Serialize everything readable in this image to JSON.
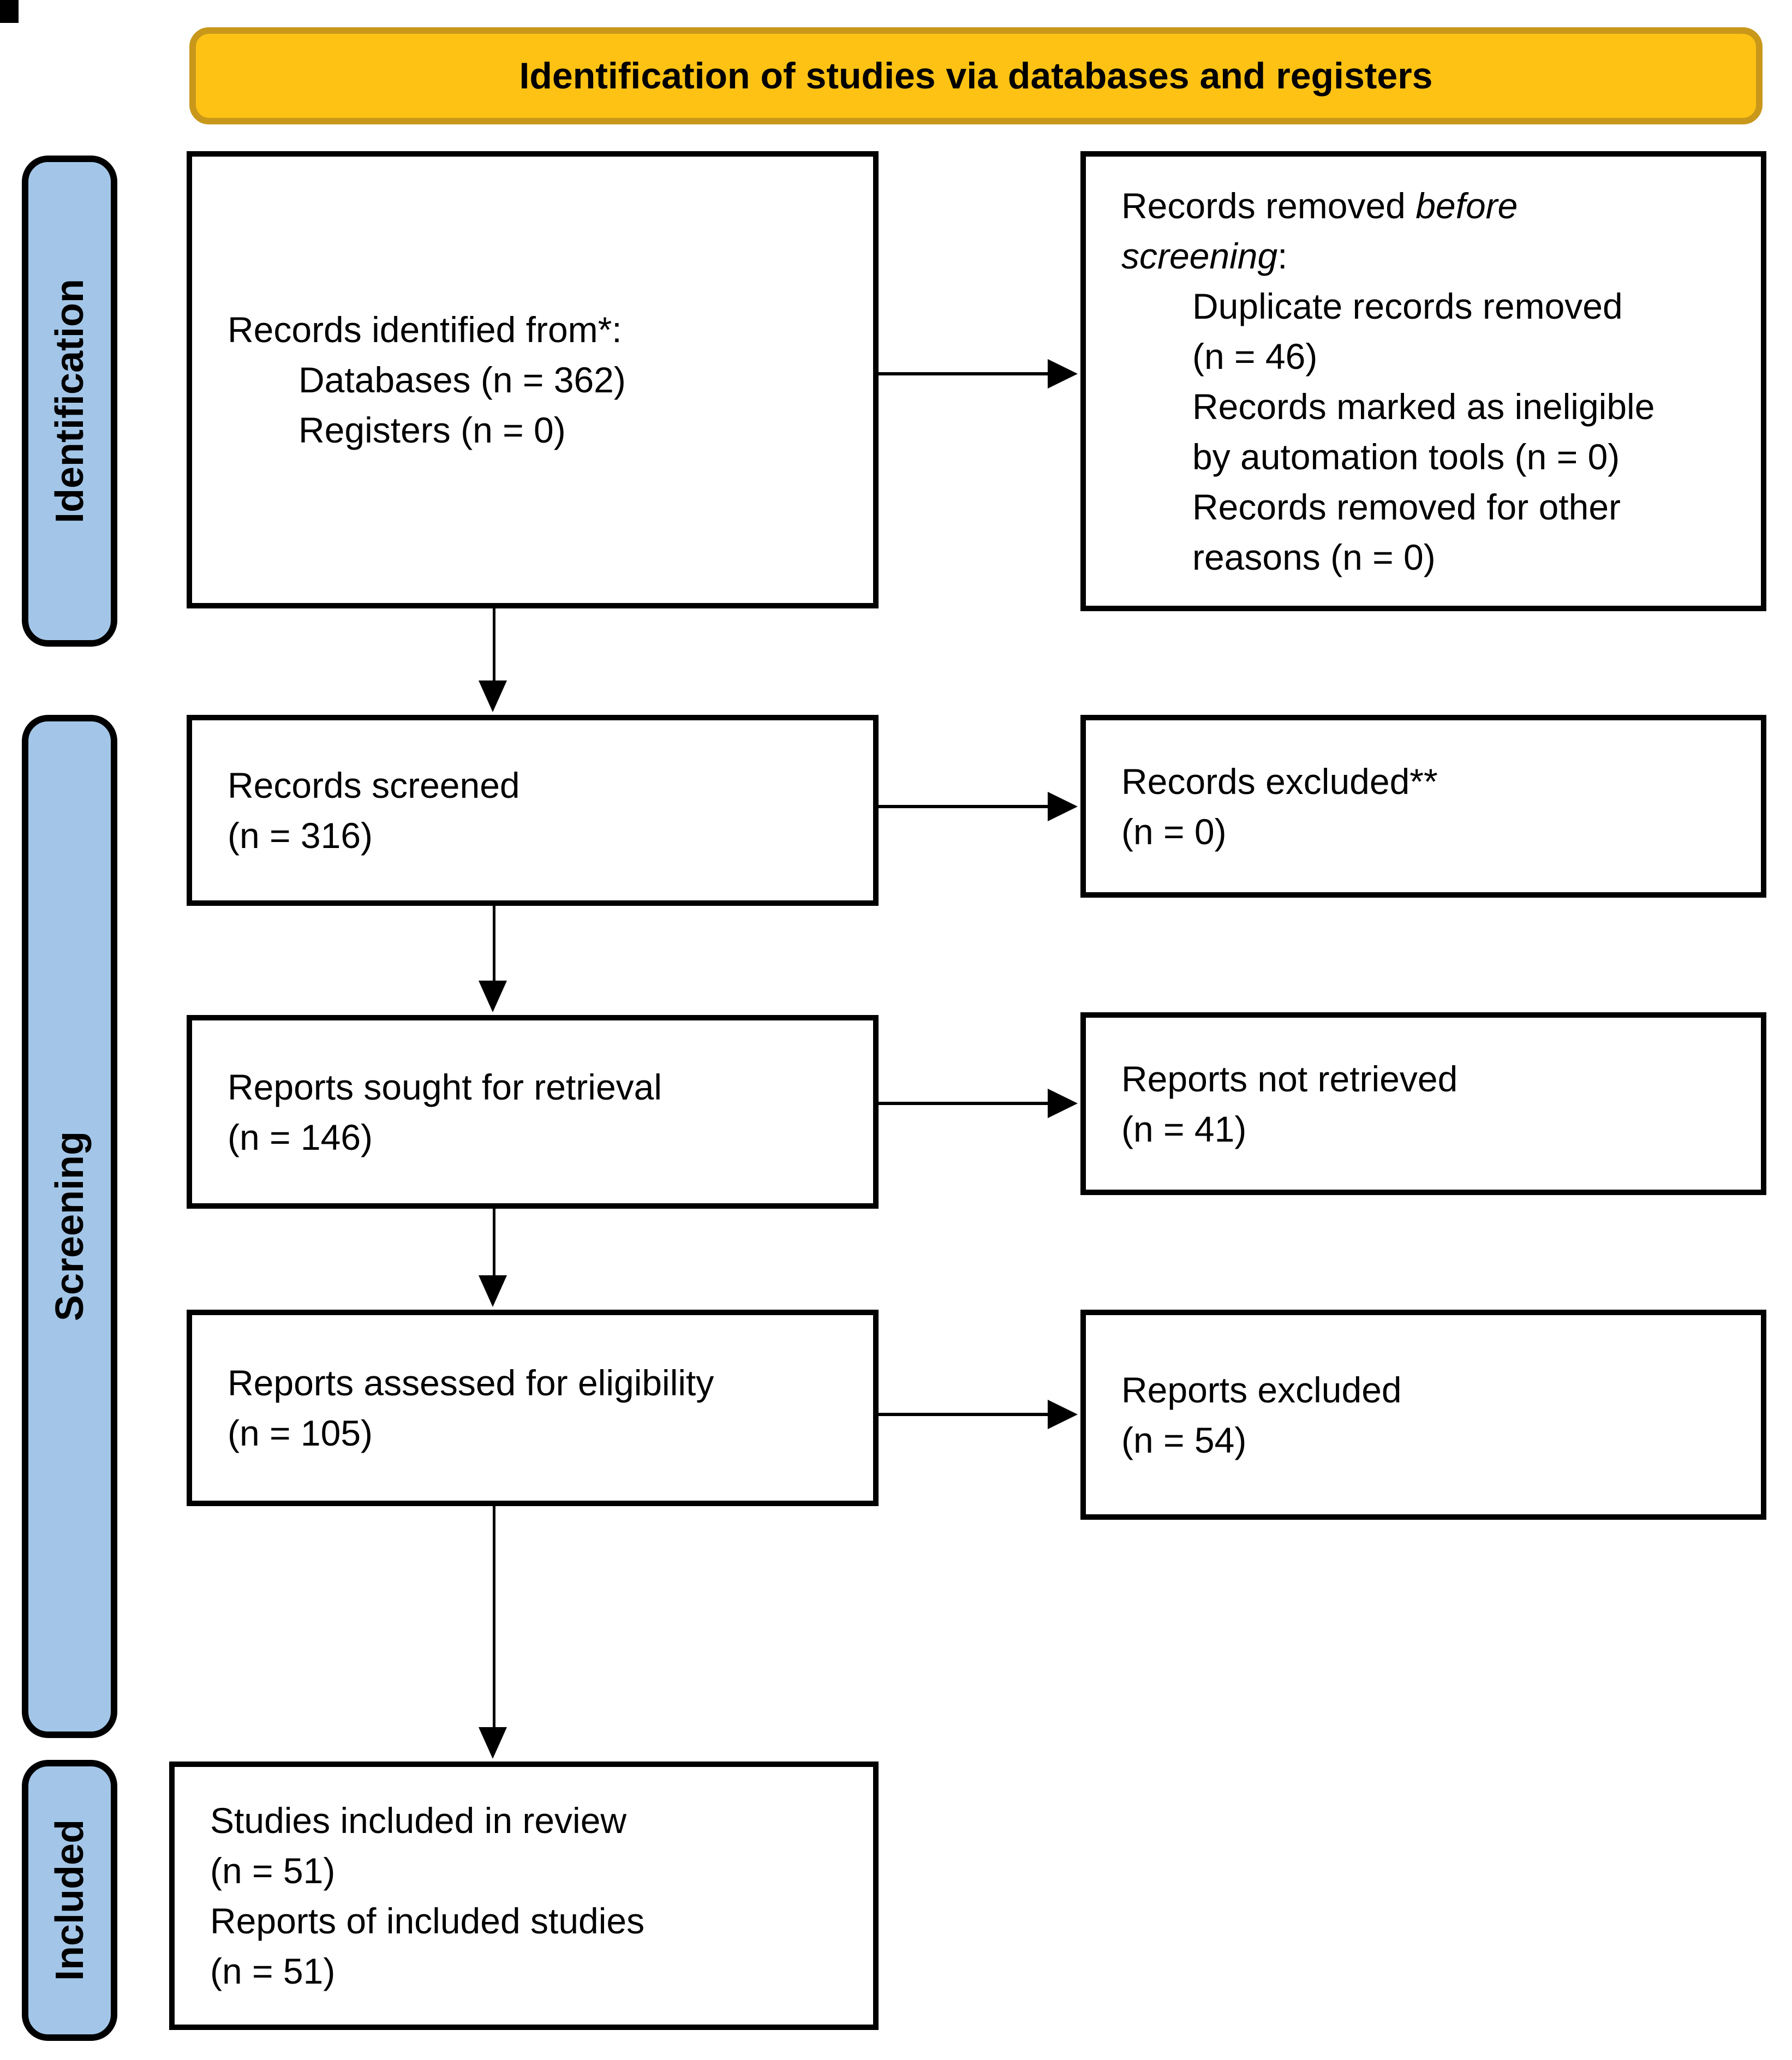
{
  "title_banner": "Identification of studies via databases and registers",
  "colors": {
    "banner_fill": "#FDC214",
    "banner_border": "#C9981B",
    "stage_fill": "#A3C6E8",
    "box_border": "#000000"
  },
  "stages": {
    "identification": "Identification",
    "screening": "Screening",
    "included": "Included"
  },
  "boxes": {
    "records_identified": {
      "lines": [
        "Records identified from*:",
        "Databases (n = 362)",
        "Registers (n = 0)"
      ]
    },
    "records_removed": {
      "line1_normal": "Records removed ",
      "line1_italic": "before",
      "line2_italic": "screening",
      "line2_normal": ":",
      "items": [
        "Duplicate records removed",
        "(n = 46)",
        "Records marked as ineligible",
        "by automation tools (n = 0)",
        "Records removed for other",
        "reasons (n = 0)"
      ]
    },
    "records_screened": {
      "lines": [
        "Records screened",
        "(n = 316)"
      ]
    },
    "records_excluded": {
      "lines": [
        "Records excluded**",
        "(n = 0)"
      ]
    },
    "reports_sought": {
      "lines": [
        "Reports sought for retrieval",
        "(n = 146)"
      ]
    },
    "reports_not_retrieved": {
      "lines": [
        "Reports not retrieved",
        "(n = 41)"
      ]
    },
    "reports_assessed": {
      "lines": [
        "Reports assessed for eligibility",
        "(n = 105)"
      ]
    },
    "reports_excluded": {
      "lines": [
        "Reports excluded",
        "(n = 54)"
      ]
    },
    "studies_included": {
      "lines": [
        "Studies included in review",
        "(n = 51)",
        "Reports of included studies",
        "(n = 51)"
      ]
    }
  }
}
